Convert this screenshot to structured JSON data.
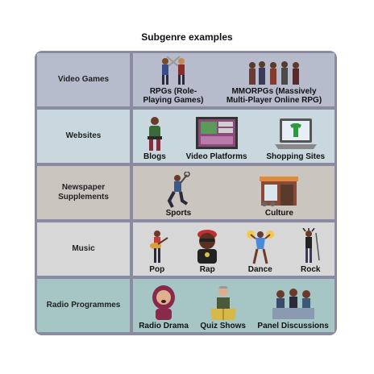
{
  "title": "Subgenre examples",
  "rows": [
    {
      "label": "Video Games",
      "items": [
        {
          "caption": "RPGs (Role-Playing Games)",
          "icon": "sword-fighters-icon"
        },
        {
          "caption": "MMORPGs (Massively Multi-Player Online RPG)",
          "icon": "crowd-icon"
        }
      ]
    },
    {
      "label": "Websites",
      "items": [
        {
          "caption": "Blogs",
          "icon": "blogger-icon"
        },
        {
          "caption": "Video Platforms",
          "icon": "video-screen-icon"
        },
        {
          "caption": "Shopping Sites",
          "icon": "laptop-shirt-icon"
        }
      ]
    },
    {
      "label": "Newspaper Supplements",
      "items": [
        {
          "caption": "Sports",
          "icon": "tennis-player-icon"
        },
        {
          "caption": "Culture",
          "icon": "cafe-icon"
        }
      ]
    },
    {
      "label": "Music",
      "items": [
        {
          "caption": "Pop",
          "icon": "guitarist-icon"
        },
        {
          "caption": "Rap",
          "icon": "rapper-icon"
        },
        {
          "caption": "Dance",
          "icon": "dancer-icon"
        },
        {
          "caption": "Rock",
          "icon": "rocker-icon"
        }
      ]
    },
    {
      "label": "Radio Programmes",
      "items": [
        {
          "caption": "Radio Drama",
          "icon": "actress-icon"
        },
        {
          "caption": "Quiz Shows",
          "icon": "quiz-host-icon"
        },
        {
          "caption": "Panel Discussions",
          "icon": "panel-icon"
        }
      ]
    }
  ],
  "colors": {
    "frame": "#8a8aa0",
    "video_games": "#b7bccd",
    "websites": "#c9d8de",
    "newspaper": "#cbc5c0",
    "music": "#d7d7d7",
    "radio": "#a6c6c6"
  }
}
